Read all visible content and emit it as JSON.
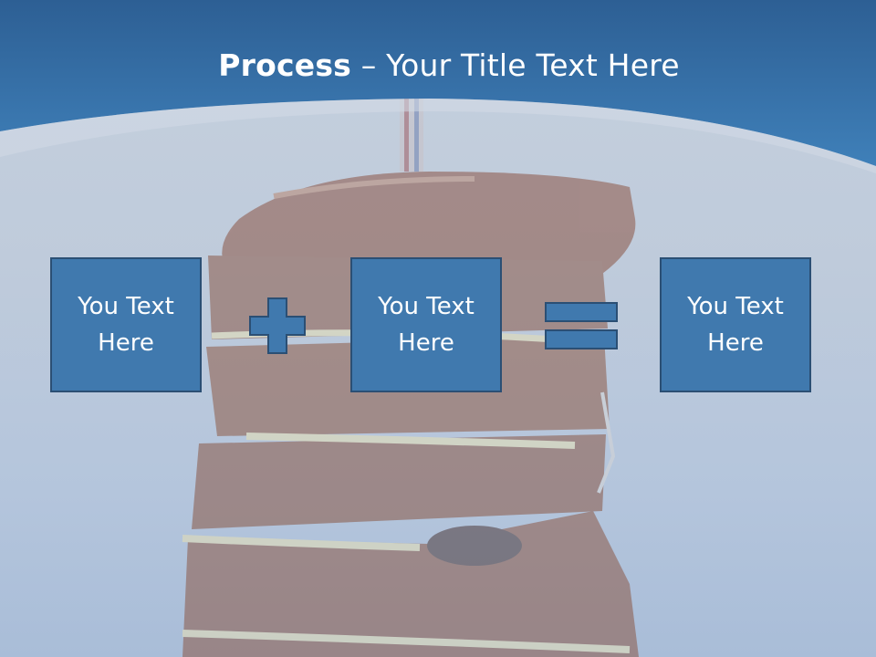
{
  "title": {
    "bold": "Process",
    "rest": " – Your Title Text Here"
  },
  "boxes": [
    {
      "label": "You Text Here"
    },
    {
      "label": "You Text Here"
    },
    {
      "label": "You Text Here"
    }
  ],
  "operators": {
    "first": "plus-icon",
    "second": "equals-icon"
  },
  "colors": {
    "header_dark": "#2d5f94",
    "header_light": "#3f80b9",
    "box_fill": "#4079ae",
    "box_border": "#2b4f74",
    "text": "#ffffff"
  }
}
